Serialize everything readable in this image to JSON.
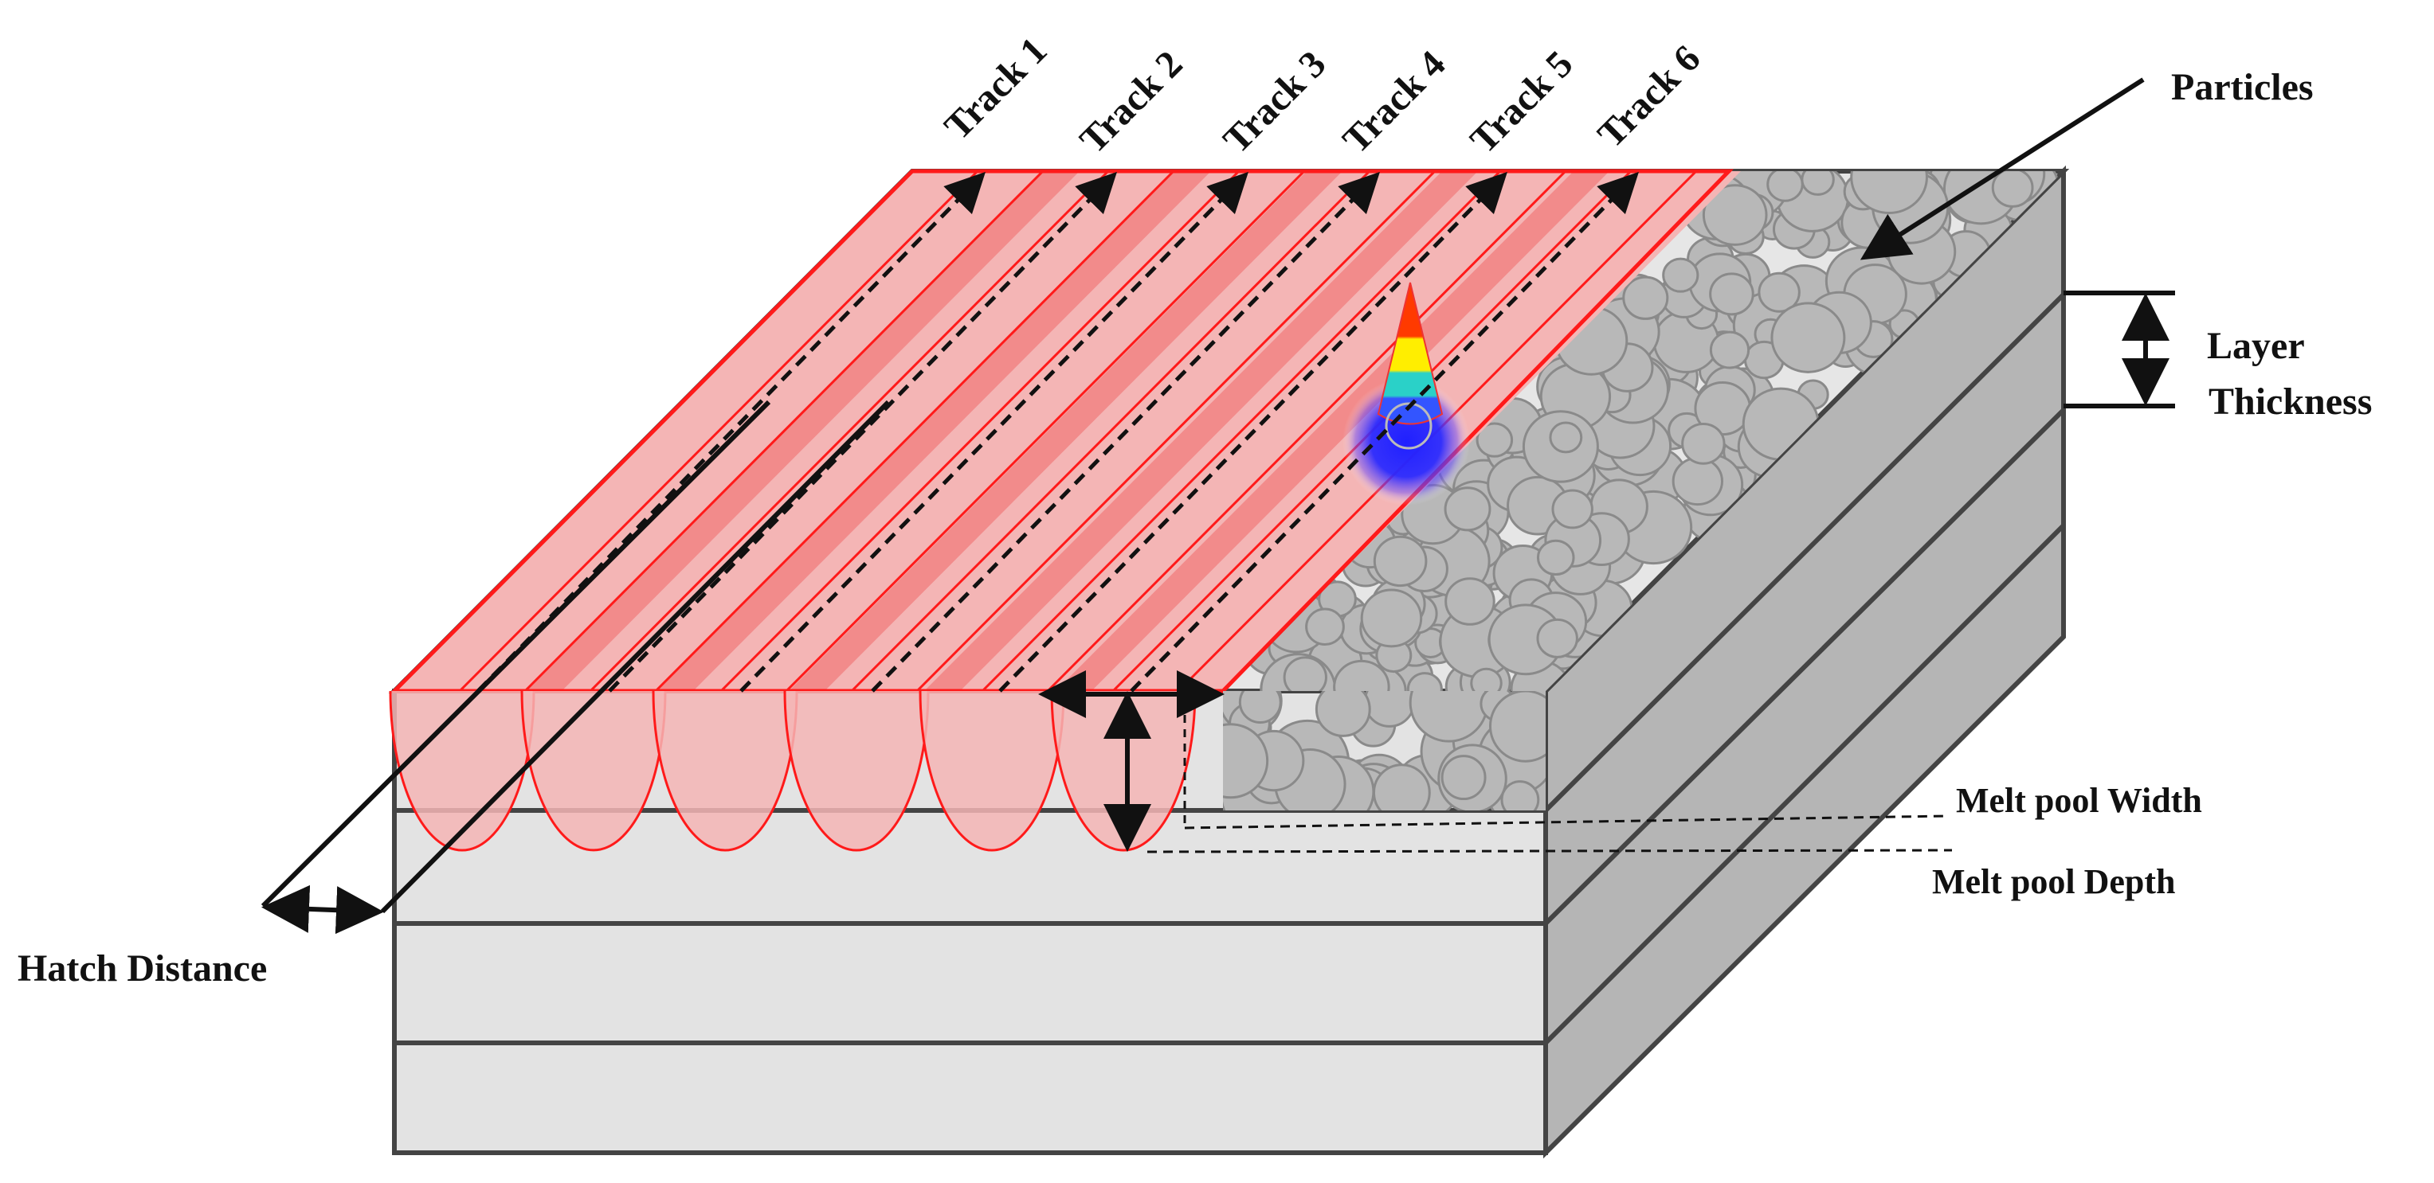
{
  "labels": {
    "tracks": [
      "Track 1",
      "Track 2",
      "Track 3",
      "Track 4",
      "Track 5",
      "Track 6"
    ],
    "particles": "Particles",
    "layer_thickness_line1": "Layer",
    "layer_thickness_line2": "Thickness",
    "melt_pool_width": "Melt pool Width",
    "melt_pool_depth": "Melt pool Depth",
    "hatch_distance": "Hatch Distance"
  },
  "colors": {
    "melt_fill": "#f4b5b5",
    "melt_dark": "#f28b8b",
    "melt_stroke": "#ff1a1a",
    "powder_bg": "#e6e6e6",
    "particle_fill": "#b8b8b8",
    "particle_stroke": "#8a8a8a",
    "front_face": "#e3e3e3",
    "side_face": "#b5b5b5",
    "outline": "#444444",
    "laser_core": "#1a1aff"
  },
  "icons": [
    "laser-beam-icon"
  ]
}
